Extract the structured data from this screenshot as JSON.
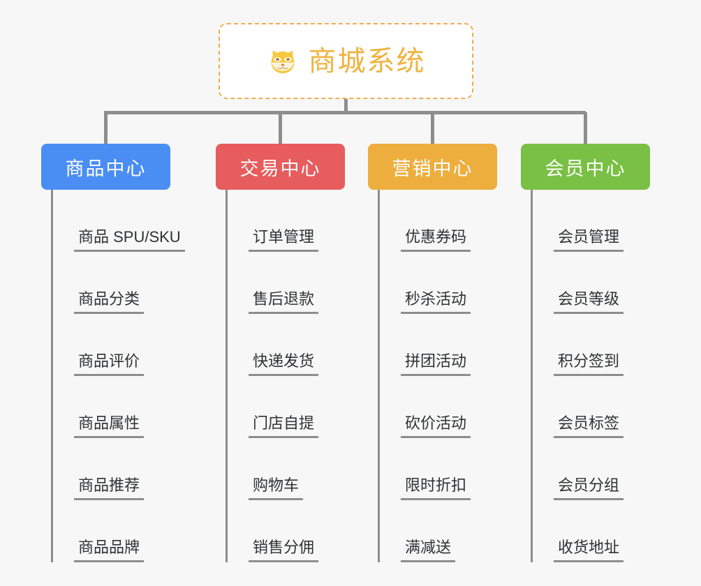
{
  "diagram": {
    "title": "商城系统",
    "logo_icon": "shiba-dog-icon",
    "root_border_color": "#f0ad4e",
    "root_text_color": "#efb33f",
    "background_color": "#f7f7f7",
    "connector_color": "#8d8d8d",
    "branches": [
      {
        "label": "商品中心",
        "color": "#4a8ef4",
        "items": [
          "商品 SPU/SKU",
          "商品分类",
          "商品评价",
          "商品属性",
          "商品推荐",
          "商品品牌"
        ]
      },
      {
        "label": "交易中心",
        "color": "#e75c5c",
        "items": [
          "订单管理",
          "售后退款",
          "快递发货",
          "门店自提",
          "购物车",
          "销售分佣"
        ]
      },
      {
        "label": "营销中心",
        "color": "#eeae3e",
        "items": [
          "优惠券码",
          "秒杀活动",
          "拼团活动",
          "砍价活动",
          "限时折扣",
          "满减送"
        ]
      },
      {
        "label": "会员中心",
        "color": "#79c044",
        "items": [
          "会员管理",
          "会员等级",
          "积分签到",
          "会员标签",
          "会员分组",
          "收货地址"
        ]
      }
    ]
  }
}
